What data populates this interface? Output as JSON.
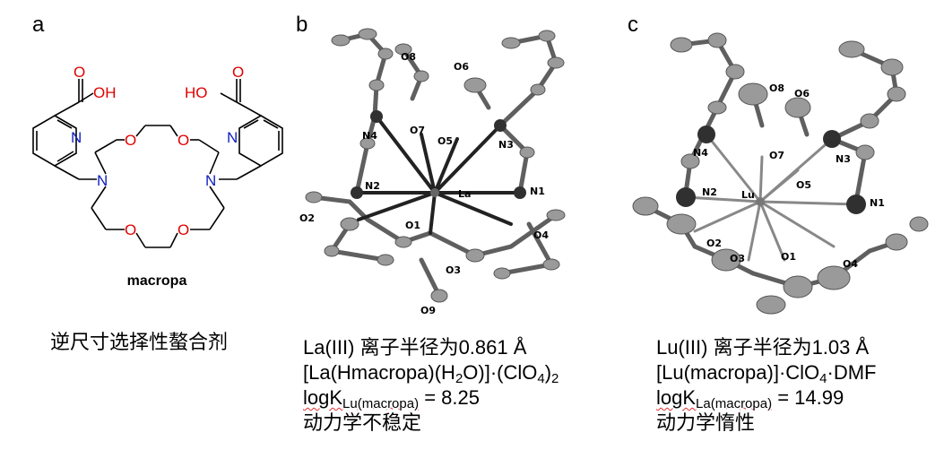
{
  "panels": {
    "a": {
      "label": "a",
      "compound_name": "macropa",
      "atoms": {
        "oh_left": "OH",
        "ho_right": "HO",
        "carbonyl_o": "O",
        "ether_o": "O",
        "pyridine_n": "N",
        "amine_n": "N"
      },
      "caption": "逆尺寸选择性螯合剂"
    },
    "b": {
      "label": "b",
      "atom_labels": [
        "O8",
        "O6",
        "N4",
        "O7",
        "O5",
        "N3",
        "N2",
        "La",
        "N1",
        "O2",
        "O1",
        "O4",
        "O3",
        "O9"
      ],
      "caption": {
        "line1": "La(III) 离子半径为0.861 Å",
        "line2_a": "[La(Hmacropa)(H",
        "line2_sub1": "2",
        "line2_b": "O)]·(ClO",
        "line2_sub2": "4",
        "line2_c": ")",
        "line2_sub3": "2",
        "line3_main": "logK",
        "line3_sub": "Lu(macropa)",
        "line3_value": " = 8.25",
        "line4": "动力学不稳定"
      }
    },
    "c": {
      "label": "c",
      "atom_labels": [
        "O8",
        "O6",
        "N4",
        "O7",
        "N3",
        "N2",
        "Lu",
        "O5",
        "N1",
        "O2",
        "O3",
        "O1",
        "O4"
      ],
      "caption": {
        "line1": "Lu(III) 离子半径为1.03 Å",
        "line2_a": "[Lu(macropa)]·ClO",
        "line2_sub": "4",
        "line2_b": "·DMF",
        "line3_main": "logK",
        "line3_sub": "La(macropa)",
        "line3_value": " = 14.99",
        "line4": "动力学惰性"
      }
    }
  },
  "colors": {
    "oxygen": "#e00000",
    "nitrogen": "#1020c0",
    "bond": "#000000",
    "ellipsoid": "#9a9a9a",
    "heavy_atom": "#303030",
    "wavy_underline": "#e03030"
  }
}
